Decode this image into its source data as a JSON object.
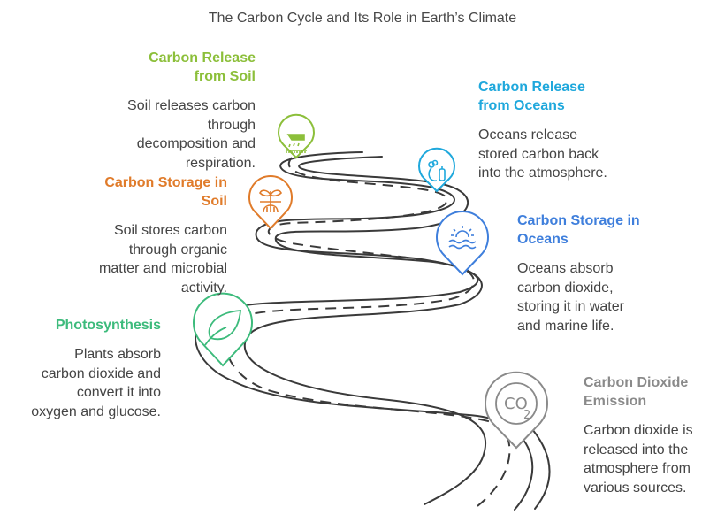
{
  "title": "The Carbon Cycle and Its Role in Earth’s Climate",
  "steps": [
    {
      "id": "carbon-release-soil",
      "heading": "Carbon Release from Soil",
      "heading_lines": [
        "Carbon Release",
        "from Soil"
      ],
      "description_lines": [
        "Soil releases carbon",
        "through",
        "decomposition and",
        "respiration."
      ],
      "color": "#8cbf3a",
      "icon": "rain-soil-icon"
    },
    {
      "id": "carbon-release-oceans",
      "heading": "Carbon Release from Oceans",
      "heading_lines": [
        "Carbon Release",
        "from Oceans"
      ],
      "description_lines": [
        "Oceans release",
        "stored carbon back",
        "into the atmosphere."
      ],
      "color": "#1fa8dc",
      "icon": "gas-cylinder-icon"
    },
    {
      "id": "carbon-storage-soil",
      "heading": "Carbon Storage in Soil",
      "heading_lines": [
        "Carbon Storage in",
        "Soil"
      ],
      "description_lines": [
        "Soil stores carbon",
        "through organic",
        "matter and microbial",
        "activity."
      ],
      "color": "#e07b2a",
      "icon": "plant-roots-icon"
    },
    {
      "id": "carbon-storage-oceans",
      "heading": "Carbon Storage in Oceans",
      "heading_lines": [
        "Carbon Storage in",
        "Oceans"
      ],
      "description_lines": [
        "Oceans absorb",
        "carbon dioxide,",
        "storing it in water",
        "and marine life."
      ],
      "color": "#3f7fdc",
      "icon": "sun-waves-icon"
    },
    {
      "id": "photosynthesis",
      "heading": "Photosynthesis",
      "heading_lines": [
        "Photosynthesis"
      ],
      "description_lines": [
        "Plants absorb",
        "carbon dioxide and",
        "convert it into",
        "oxygen and glucose."
      ],
      "color": "#3dbb7c",
      "icon": "leaf-icon"
    },
    {
      "id": "carbon-dioxide-emission",
      "heading": "Carbon Dioxide Emission",
      "heading_lines": [
        "Carbon Dioxide",
        "Emission"
      ],
      "description_lines": [
        "Carbon dioxide is",
        "released into the",
        "atmosphere from",
        "various sources."
      ],
      "color": "#8a8a8a",
      "icon": "co2-icon",
      "icon_text": "CO",
      "icon_subscript": "2"
    }
  ]
}
